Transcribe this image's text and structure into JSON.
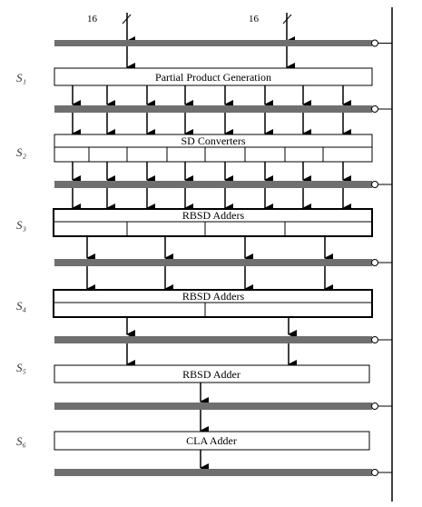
{
  "input_widths": [
    "16",
    "16"
  ],
  "stages": [
    {
      "label": "S₁",
      "block_label": "Partial Product Generation"
    },
    {
      "label": "S₂",
      "block_label": "SD Converters"
    },
    {
      "label": "S₃",
      "block_label": "RBSD Adders"
    },
    {
      "label": "S₄",
      "block_label": "RBSD Adders"
    },
    {
      "label": "S₅",
      "block_label": "RBSD Adder"
    },
    {
      "label": "S₆",
      "block_label": "CLA Adder"
    }
  ],
  "colors": {
    "register_bar": "#6f6f6f",
    "line": "#000000",
    "block_fill": "#ffffff"
  }
}
